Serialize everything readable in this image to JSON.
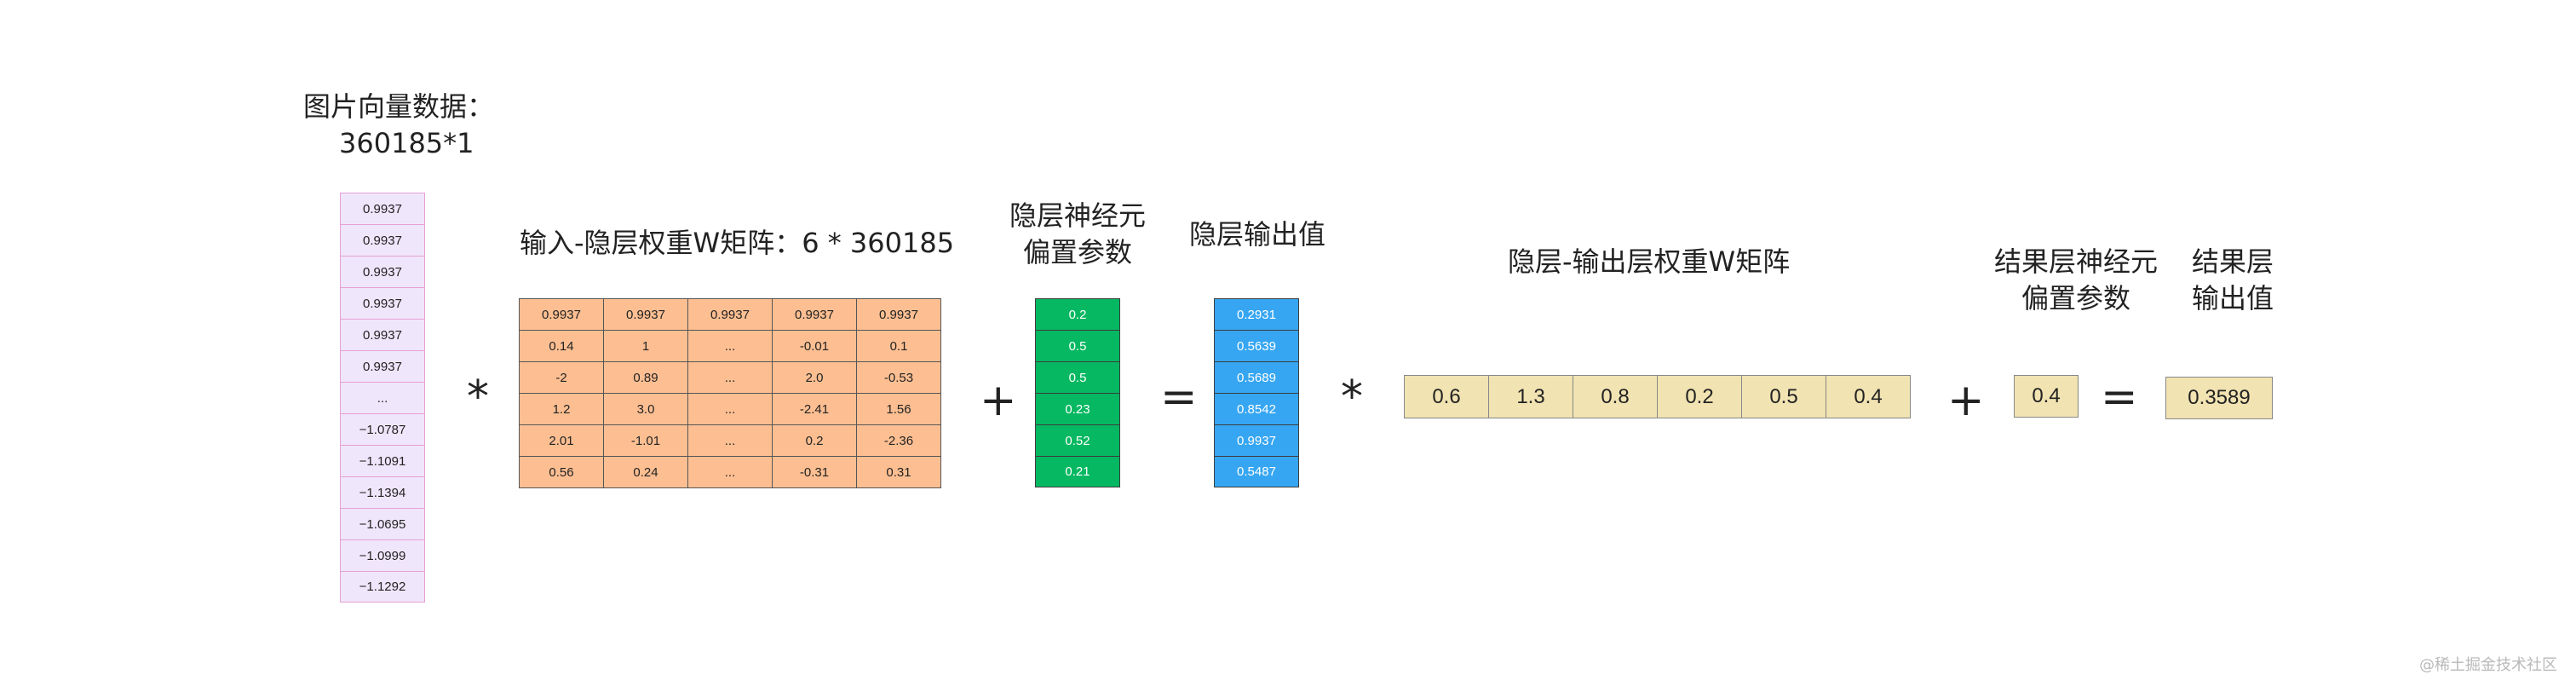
{
  "labels": {
    "image_vector": [
      "图片向量数据：",
      "360185*1"
    ],
    "input_weight": "输入-隐层权重W矩阵：6 * 360185",
    "hidden_bias": [
      "隐层神经元",
      "偏置参数"
    ],
    "hidden_output": "隐层输出值",
    "output_weight": "隐层-输出层权重W矩阵",
    "output_bias": [
      "结果层神经元",
      "偏置参数"
    ],
    "result_output": [
      "结果层",
      "输出值"
    ]
  },
  "operators": {
    "multiply": "*",
    "plus": "+",
    "equals": "="
  },
  "image_vector_values": [
    "0.9937",
    "0.9937",
    "0.9937",
    "0.9937",
    "0.9937",
    "0.9937",
    "...",
    "−1.0787",
    "−1.1091",
    "−1.1394",
    "−1.0695",
    "−1.0999",
    "−1.1292"
  ],
  "input_weight_matrix": [
    [
      "0.9937",
      "0.9937",
      "0.9937",
      "0.9937",
      "0.9937"
    ],
    [
      "0.14",
      "1",
      "...",
      "-0.01",
      "0.1"
    ],
    [
      "-2",
      "0.89",
      "...",
      "2.0",
      "-0.53"
    ],
    [
      "1.2",
      "3.0",
      "...",
      "-2.41",
      "1.56"
    ],
    [
      "2.01",
      "-1.01",
      "...",
      "0.2",
      "-2.36"
    ],
    [
      "0.56",
      "0.24",
      "...",
      "-0.31",
      "0.31"
    ]
  ],
  "hidden_bias_values": [
    "0.2",
    "0.5",
    "0.5",
    "0.23",
    "0.52",
    "0.21"
  ],
  "hidden_output_values": [
    "0.2931",
    "0.5639",
    "0.5689",
    "0.8542",
    "0.9937",
    "0.5487"
  ],
  "output_weight_values": [
    "0.6",
    "1.3",
    "0.8",
    "0.2",
    "0.5",
    "0.4"
  ],
  "output_bias_value": "0.4",
  "result_value": "0.3589",
  "watermark": "@稀土掘金技术社区",
  "colors": {
    "image_vector_fill": "#f0e6fb",
    "image_vector_border": "#e6a0d6",
    "input_weight_fill": "#fdbf92",
    "hidden_bias_fill": "#06b861",
    "hidden_output_fill": "#36a6f2",
    "output_fill": "#f1e3b2"
  }
}
